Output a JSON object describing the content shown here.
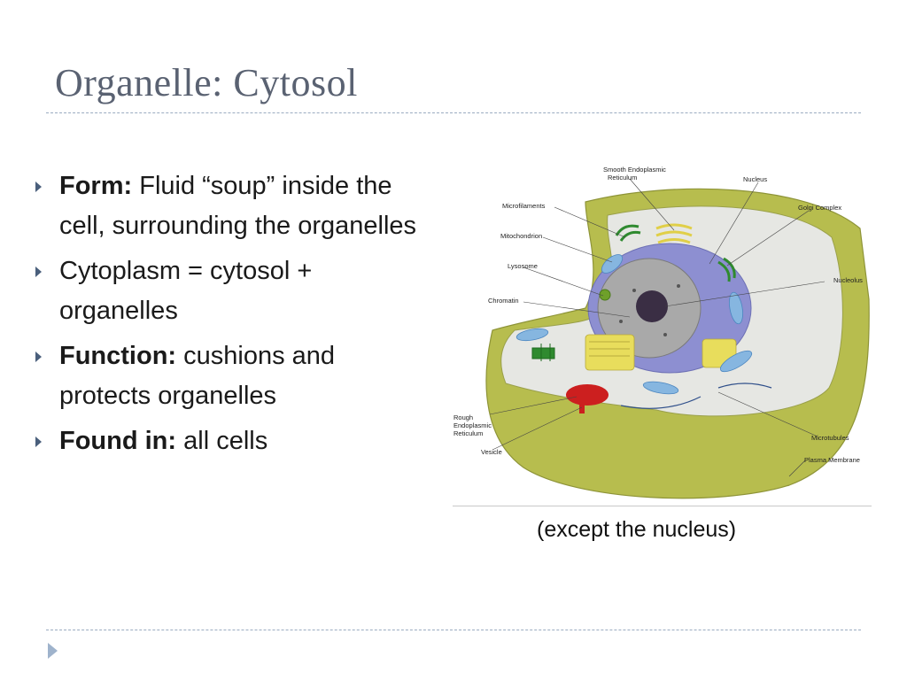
{
  "slide": {
    "title": "Organelle: Cytosol",
    "caption": "(except the nucleus)"
  },
  "bullets": [
    {
      "label": "Form:",
      "text": " Fluid “soup” inside the cell, surrounding the organelles"
    },
    {
      "label": "",
      "text": "Cytoplasm = cytosol + organelles"
    },
    {
      "label": "Function:",
      "text": " cushions and protects organelles"
    },
    {
      "label": "Found in:",
      "text": " all cells"
    }
  ],
  "diagram": {
    "labels": {
      "smooth_er_1": "Smooth Endoplasmic",
      "smooth_er_2": "Reticulum",
      "nucleus": "Nucleus",
      "microfilaments": "Microfilaments",
      "golgi": "Golgi Complex",
      "mitochondrion": "Mitochondrion",
      "lysosome": "Lysosome",
      "nucleolus": "Nucleolus",
      "chromatin": "Chromatin",
      "rough_er_1": "Rough",
      "rough_er_2": "Endoplasmic",
      "rough_er_3": "Reticulum",
      "microtubules": "Microtubules",
      "vesicle": "Vesicle",
      "plasma_membrane": "Plasma Membrane"
    },
    "colors": {
      "membrane": "#b7bd4e",
      "cytosol": "#e6e7e3",
      "nucleus": "#8d8fd1",
      "nucleoplasm": "#a9a9a9",
      "nucleolus": "#3a2e44",
      "mitochondria": "#86b6e0",
      "golgi": "#e8dd5c",
      "rough_er": "#cc1f1f",
      "smooth_er": "#2f8a2f"
    }
  }
}
